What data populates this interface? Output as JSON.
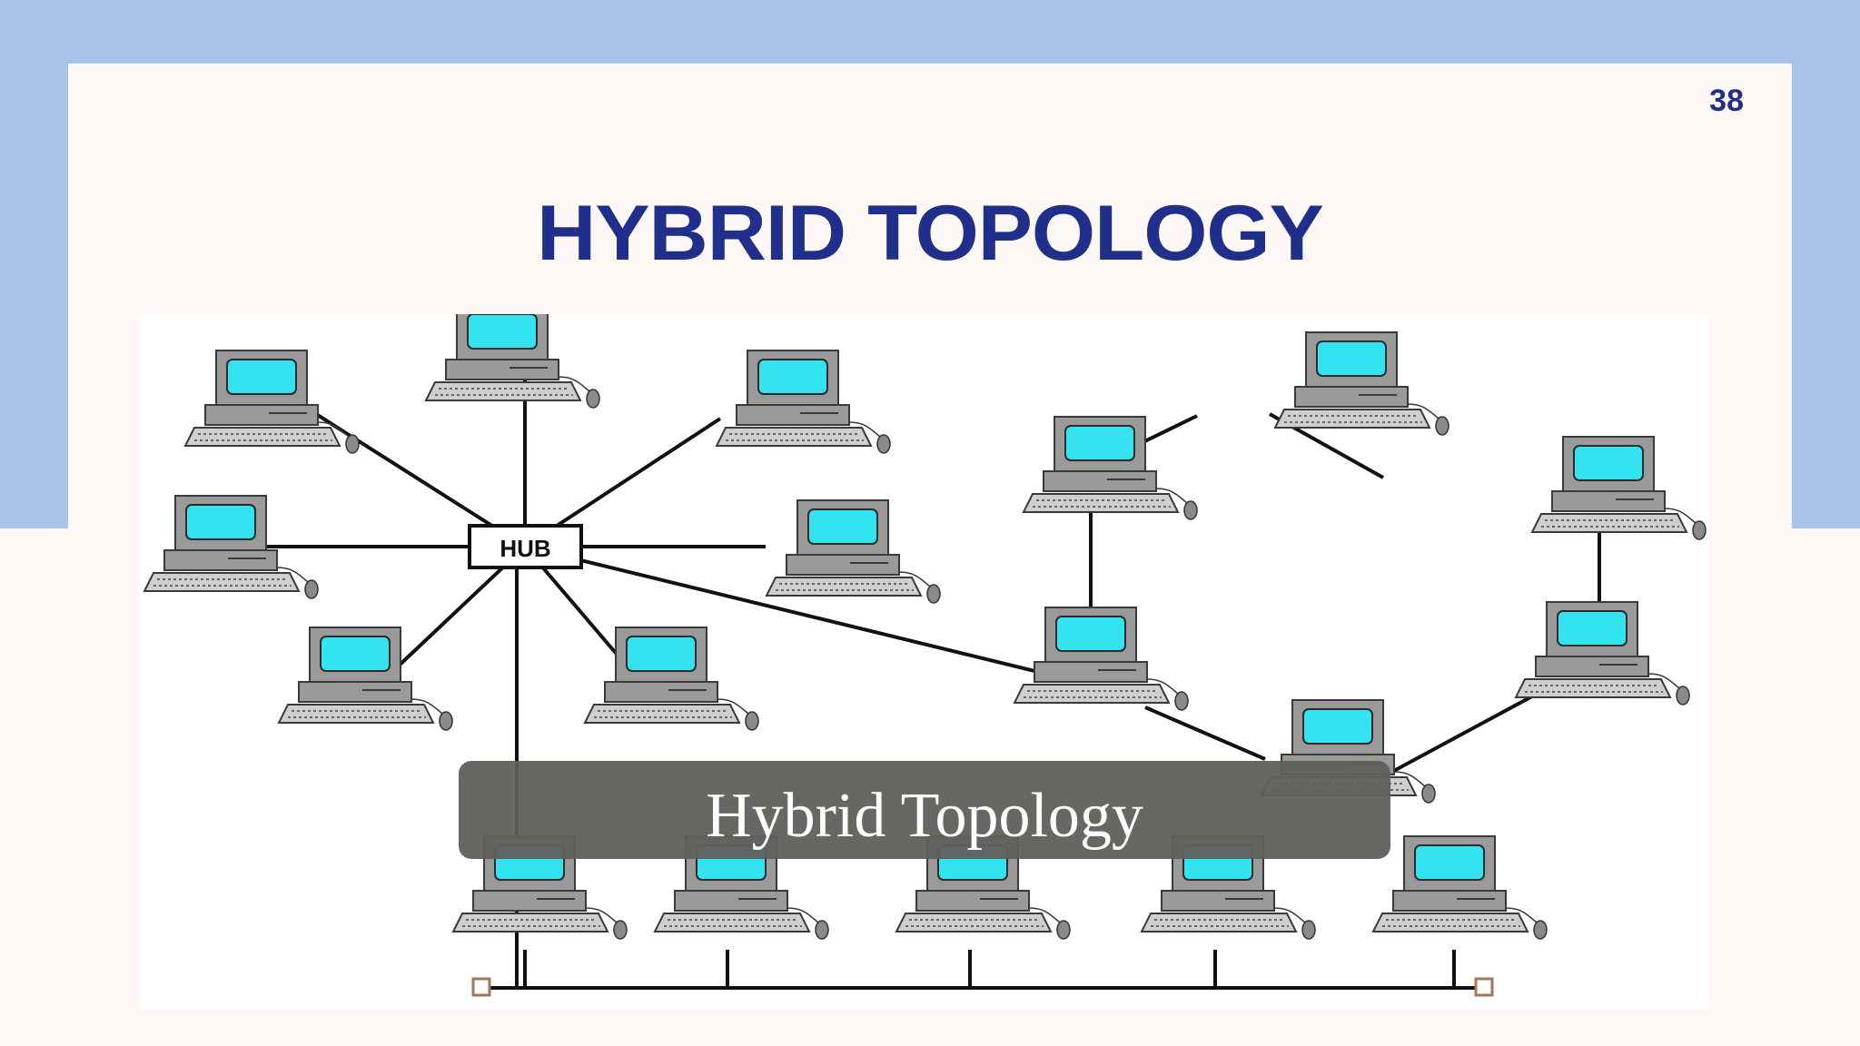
{
  "slide": {
    "page_number": "38",
    "title": "HYBRID TOPOLOGY"
  },
  "diagram": {
    "hub_label": "HUB",
    "caption": "Hybrid Topology",
    "colors": {
      "screen": "#33e3ef",
      "computer_body": "#9a9a9a",
      "computer_edge": "#3a3a3a",
      "link": "#111111",
      "caption_bg": "#5f5f5c",
      "caption_text": "#ffffff",
      "terminator": "#a0785a"
    }
  }
}
